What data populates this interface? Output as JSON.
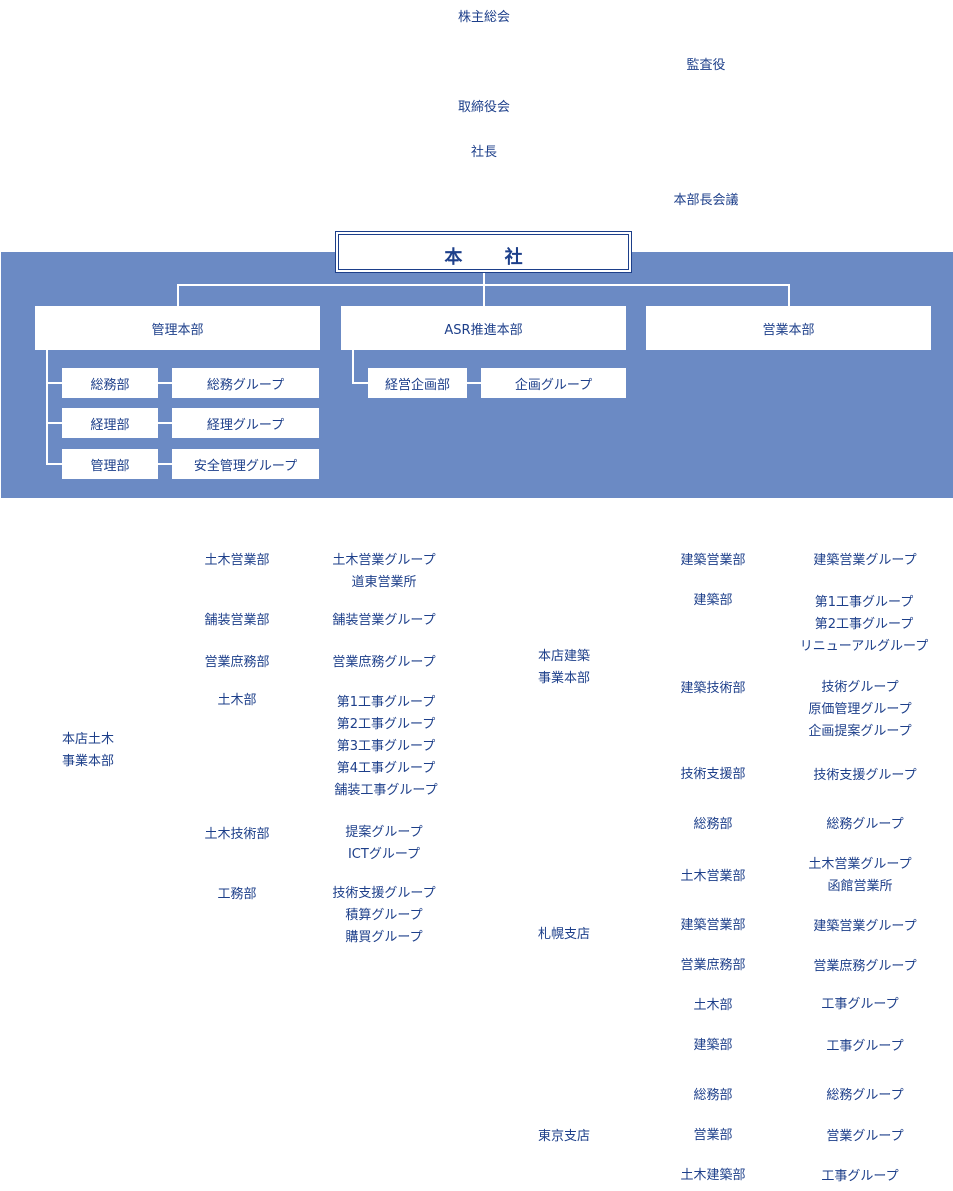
{
  "governance": {
    "shareholders": "株主総会",
    "auditor": "監査役",
    "board": "取締役会",
    "president": "社長",
    "division_heads_meeting": "本部長会議"
  },
  "hq": {
    "title": "本 社",
    "management": {
      "name": "管理本部",
      "departments": [
        {
          "dept": "総務部",
          "group": "総務グループ"
        },
        {
          "dept": "経理部",
          "group": "経理グループ"
        },
        {
          "dept": "管理部",
          "group": "安全管理グループ"
        }
      ]
    },
    "asr": {
      "name": "ASR推進本部",
      "departments": [
        {
          "dept": "経営企画部",
          "group": "企画グループ"
        }
      ]
    },
    "sales": {
      "name": "営業本部"
    }
  },
  "civil": {
    "name": "本店土木\n事業本部",
    "rows": [
      {
        "dept": "土木営業部",
        "groups": "土木営業グループ\n道東営業所"
      },
      {
        "dept": "舗装営業部",
        "groups": "舗装営業グループ"
      },
      {
        "dept": "営業庶務部",
        "groups": "営業庶務グループ"
      },
      {
        "dept": "土木部",
        "groups": "第1工事グループ\n第2工事グループ\n第3工事グループ\n第4工事グループ\n舗装工事グループ"
      },
      {
        "dept": "土木技術部",
        "groups": "提案グループ\nICTグループ"
      },
      {
        "dept": "工務部",
        "groups": "技術支援グループ\n積算グループ\n購買グループ"
      }
    ]
  },
  "building": {
    "name": "本店建築\n事業本部",
    "rows": [
      {
        "dept": "建築営業部",
        "groups": "建築営業グループ"
      },
      {
        "dept": "建築部",
        "groups": "第1工事グループ\n第2工事グループ\nリニューアルグループ"
      },
      {
        "dept": "建築技術部",
        "groups": "技術グループ\n原価管理グループ\n企画提案グループ"
      },
      {
        "dept": "技術支援部",
        "groups": "技術支援グループ"
      }
    ]
  },
  "sapporo": {
    "name": "札幌支店",
    "rows": [
      {
        "dept": "総務部",
        "groups": "総務グループ"
      },
      {
        "dept": "土木営業部",
        "groups": "土木営業グループ\n函館営業所"
      },
      {
        "dept": "建築営業部",
        "groups": "建築営業グループ"
      },
      {
        "dept": "営業庶務部",
        "groups": "営業庶務グループ"
      },
      {
        "dept": "土木部",
        "groups": "工事グループ"
      },
      {
        "dept": "建築部",
        "groups": "工事グループ"
      }
    ]
  },
  "tokyo": {
    "name": "東京支店",
    "rows": [
      {
        "dept": "総務部",
        "groups": "総務グループ"
      },
      {
        "dept": "営業部",
        "groups": "営業グループ"
      },
      {
        "dept": "土木建築部",
        "groups": "工事グループ"
      }
    ]
  }
}
